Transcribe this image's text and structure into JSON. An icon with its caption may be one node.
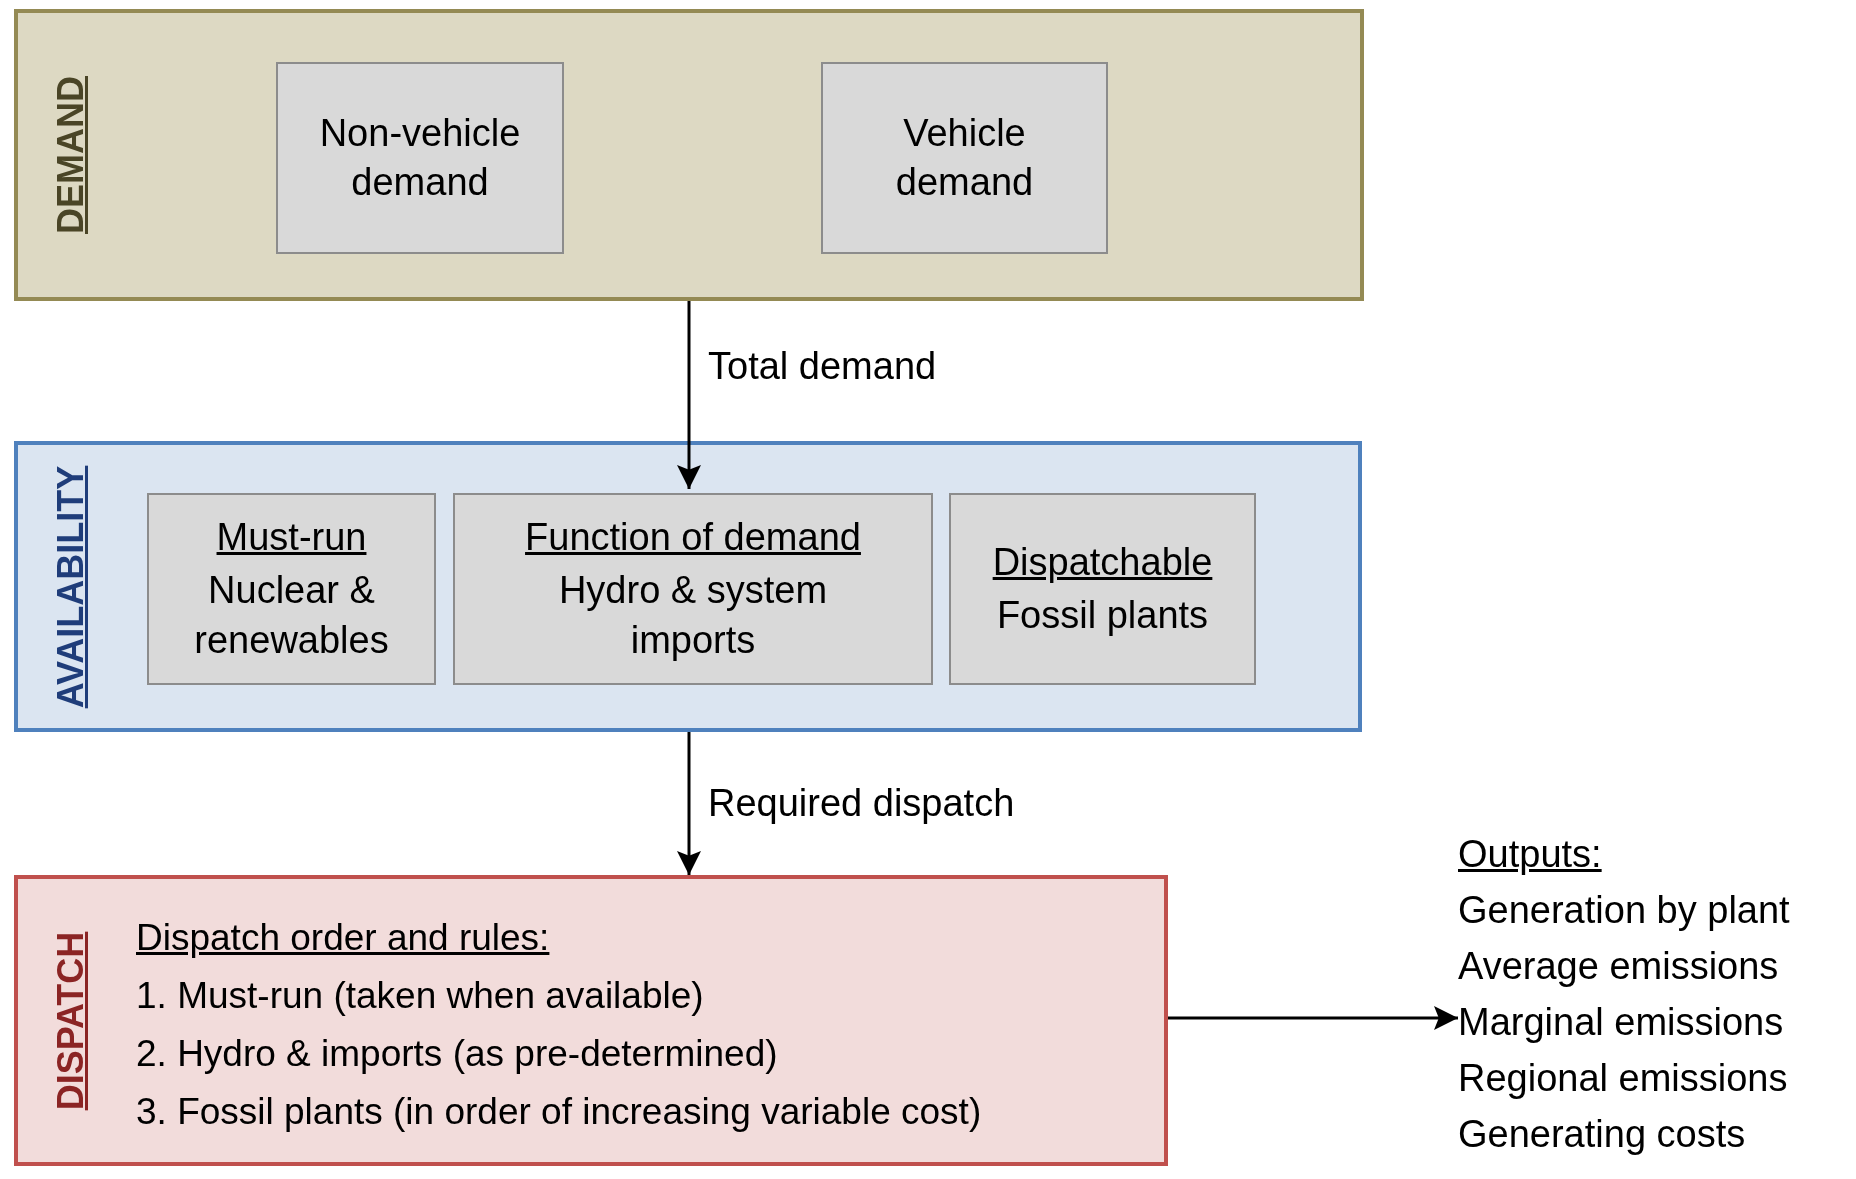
{
  "diagram": {
    "nodes": [
      {
        "text": [
          "DEMAND"
        ]
      },
      {
        "text": [
          "Non-vehicle demand"
        ],
        "in": 0
      },
      {
        "text": [
          "Vehicle demand"
        ],
        "in": 0
      },
      {
        "text": [
          "AVAILABILITY"
        ]
      },
      {
        "text": [
          "Must-run",
          "Nuclear & renewables"
        ],
        "in": 3
      },
      {
        "text": [
          "Function of demand",
          "Hydro & system imports"
        ],
        "in": 3
      },
      {
        "text": [
          "Dispatchable",
          "Fossil plants"
        ],
        "in": 3
      },
      {
        "text": [
          "DISPATCH",
          "Dispatch order and rules:",
          "1. Must-run (taken when available)",
          "2. Hydro & imports (as pre-determined)",
          "3. Fossil plants (in order of increasing variable cost)"
        ]
      },
      {
        "text": [
          "Outputs:",
          "Generation by plant",
          "Average emissions",
          "Marginal emissions",
          "Regional emissions",
          "Generating costs"
        ]
      }
    ],
    "edges": [
      {
        "from": 0,
        "to": 5,
        "arrow": "to",
        "label": "Total demand"
      },
      {
        "from": 3,
        "to": 7,
        "arrow": "to",
        "label": "Required dispatch"
      },
      {
        "from": 7,
        "to": 8,
        "arrow": "to"
      }
    ]
  }
}
